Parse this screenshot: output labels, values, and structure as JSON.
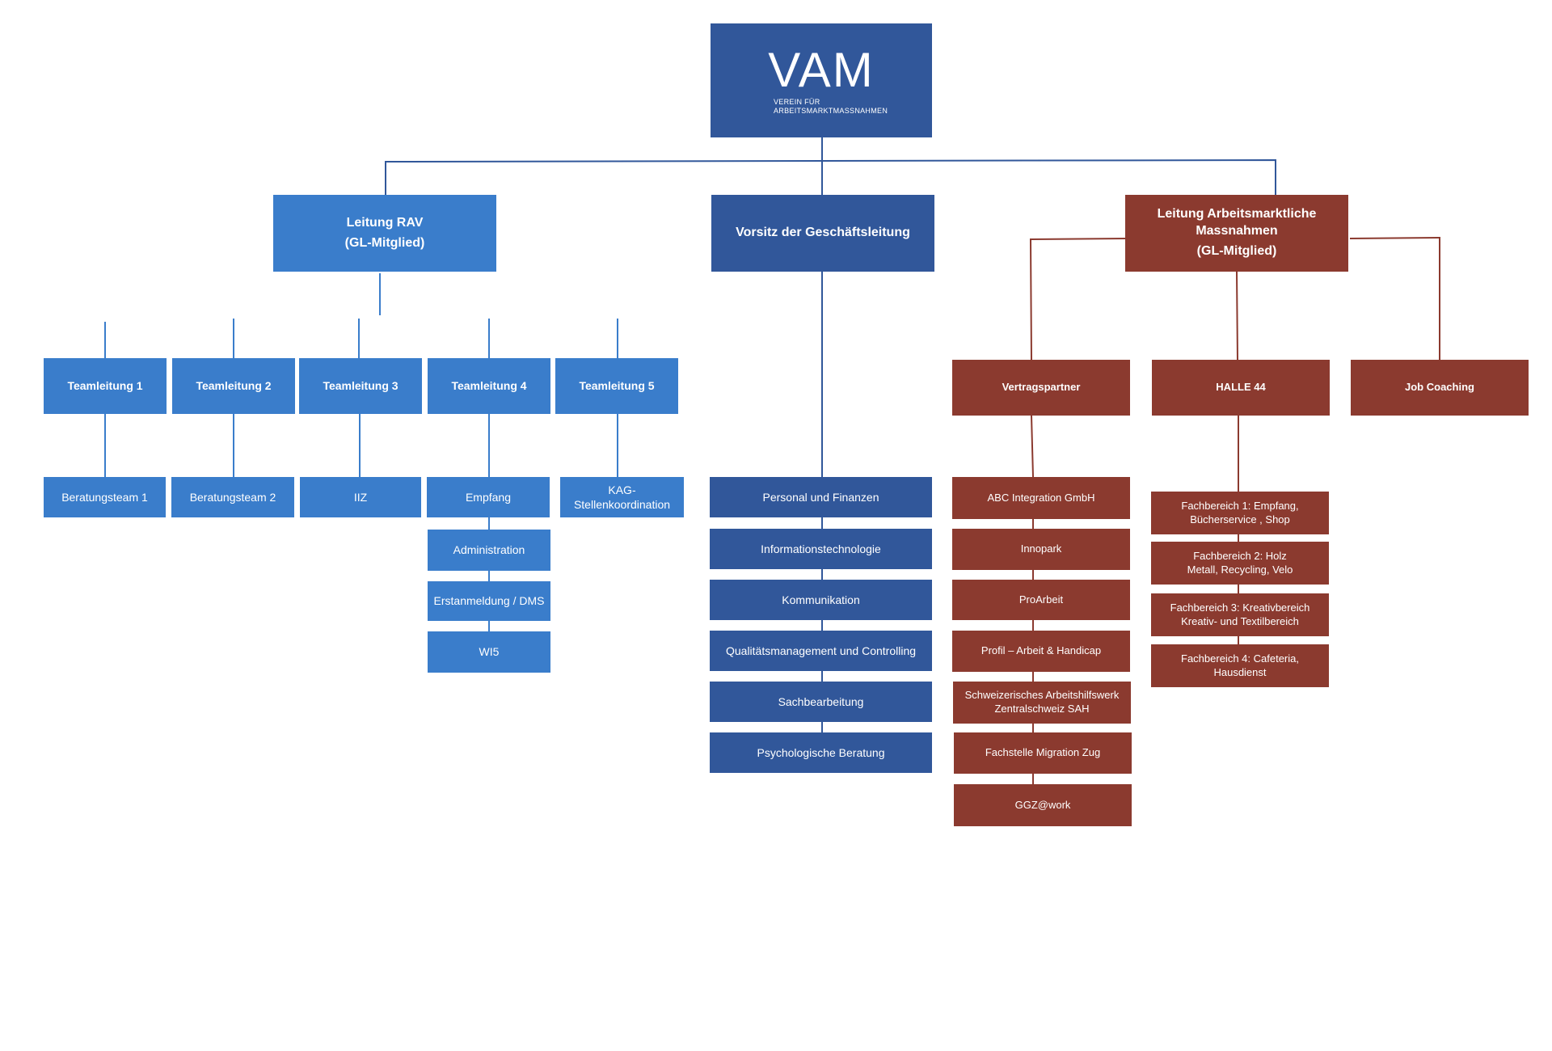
{
  "logo": {
    "mark": "VAM",
    "sub_line1": "VEREIN FÜR",
    "sub_line2": "ARBEITSMARKTMASSNAHMEN"
  },
  "leitung_rav": {
    "line1": "Leitung RAV",
    "line2": "(GL-Mitglied)"
  },
  "vorsitz": {
    "label": "Vorsitz der Geschäftsleitung"
  },
  "leitung_am": {
    "line1": "Leitung Arbeitsmarktliche",
    "line2": "Massnahmen",
    "line3": "(GL-Mitglied)"
  },
  "rav": {
    "teams": [
      "Teamleitung 1",
      "Teamleitung 2",
      "Teamleitung 3",
      "Teamleitung 4",
      "Teamleitung 5"
    ],
    "sub": {
      "t1": "Beratungsteam 1",
      "t2": "Beratungsteam 2",
      "t3": "IIZ",
      "t4": [
        "Empfang",
        "Administration",
        "Erstanmeldung / DMS",
        "WI5"
      ],
      "t5_line1": "KAG-",
      "t5_line2": "Stellenkoordination"
    }
  },
  "vorsitz_units": [
    "Personal und Finanzen",
    "Informationstechnologie",
    "Kommunikation",
    "Qualitätsmanagement und Controlling",
    "Sachbearbeitung",
    "Psychologische Beratung"
  ],
  "am": {
    "heads": [
      "Vertragspartner",
      "HALLE 44",
      "Job Coaching"
    ],
    "vertragspartner": [
      "ABC Integration GmbH",
      "Innopark",
      "ProArbeit",
      "Profil – Arbeit & Handicap",
      "Schweizerisches Arbeitshilfswerk",
      "Zentralschweiz SAH",
      "Fachstelle Migration Zug",
      "GGZ@work"
    ],
    "halle": [
      "Fachbereich 1: Empfang,",
      "Bücherservice , Shop",
      "Fachbereich 2: Holz",
      "Metall, Recycling, Velo",
      "Fachbereich 3: Kreativbereich",
      "Kreativ- und Textilbereich",
      "Fachbereich 4: Cafeteria,",
      "Hausdienst"
    ]
  },
  "colors": {
    "light_blue": "#3a7dcb",
    "dark_blue": "#31579a",
    "red_brown": "#8b3a2f"
  }
}
